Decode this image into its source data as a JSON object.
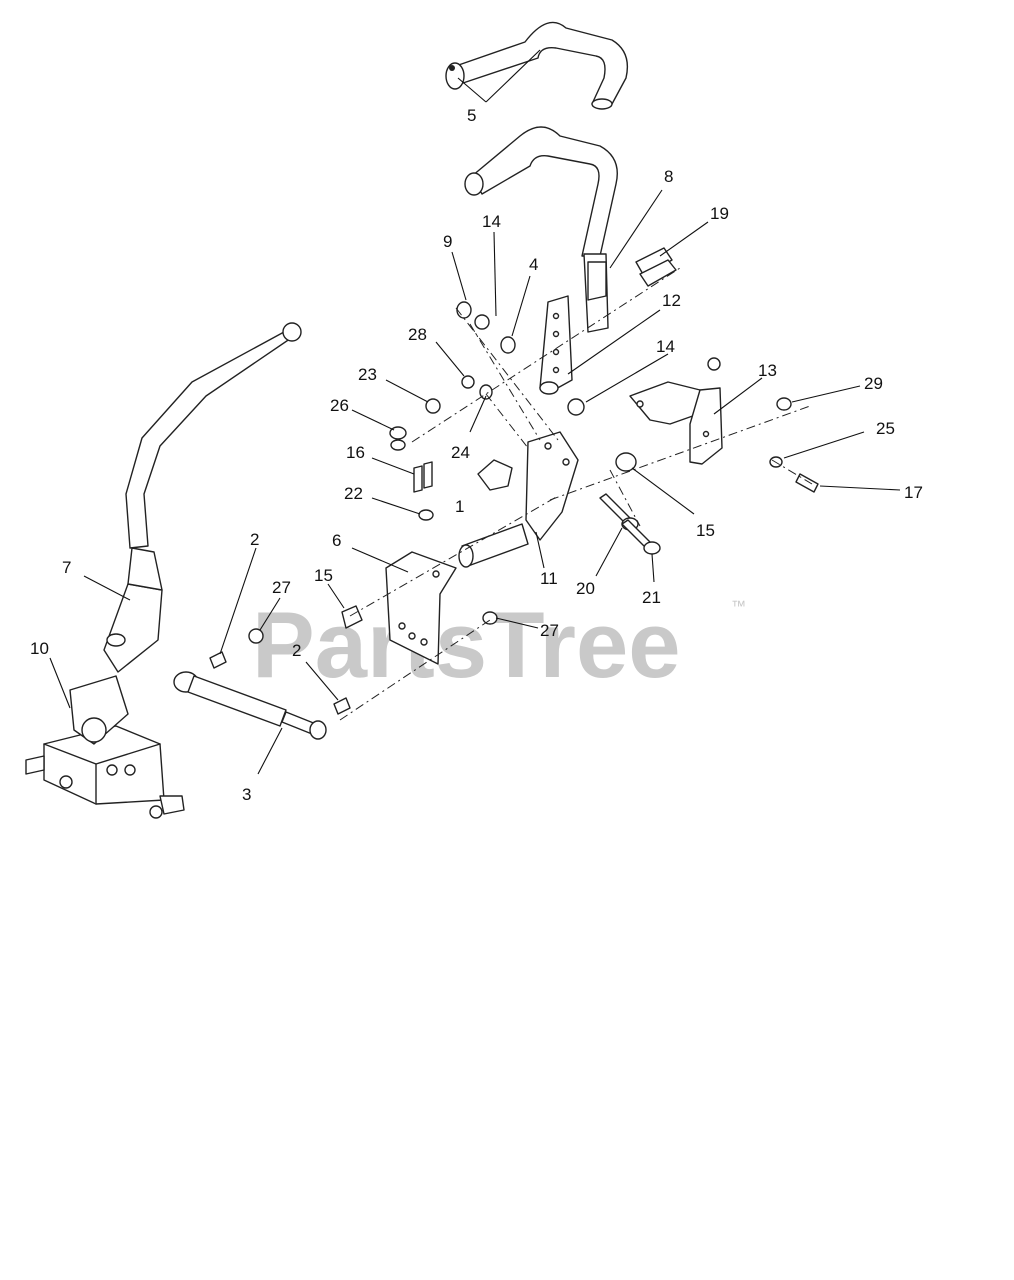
{
  "watermark": {
    "brand": "PartsTree",
    "trademark": "™"
  },
  "callouts": [
    {
      "label": "5"
    },
    {
      "label": "8"
    },
    {
      "label": "19"
    },
    {
      "label": "9"
    },
    {
      "label": "14"
    },
    {
      "label": "4"
    },
    {
      "label": "12"
    },
    {
      "label": "28"
    },
    {
      "label": "14"
    },
    {
      "label": "23"
    },
    {
      "label": "13"
    },
    {
      "label": "29"
    },
    {
      "label": "26"
    },
    {
      "label": "24"
    },
    {
      "label": "25"
    },
    {
      "label": "16"
    },
    {
      "label": "1"
    },
    {
      "label": "17"
    },
    {
      "label": "22"
    },
    {
      "label": "15"
    },
    {
      "label": "2"
    },
    {
      "label": "6"
    },
    {
      "label": "11"
    },
    {
      "label": "7"
    },
    {
      "label": "20"
    },
    {
      "label": "27"
    },
    {
      "label": "15"
    },
    {
      "label": "21"
    },
    {
      "label": "10"
    },
    {
      "label": "27"
    },
    {
      "label": "2"
    },
    {
      "label": "3"
    }
  ]
}
